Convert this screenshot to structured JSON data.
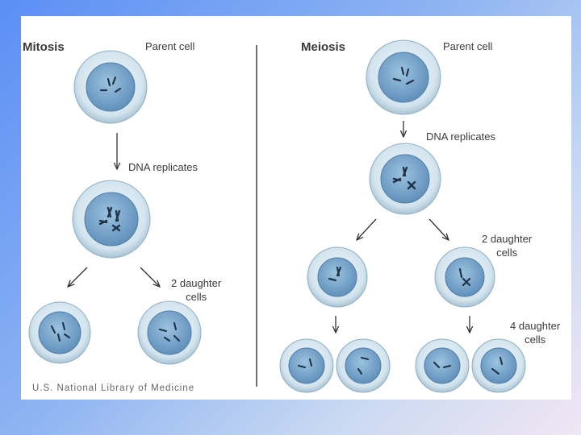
{
  "mitosis": {
    "title": "Mitosis",
    "parent_label": "Parent cell",
    "replicate_label": "DNA replicates",
    "daughters_line1": "2 daughter",
    "daughters_line2": "cells"
  },
  "meiosis": {
    "title": "Meiosis",
    "parent_label": "Parent cell",
    "replicate_label": "DNA replicates",
    "daughters_line1": "2 daughter",
    "daughters_line2": "cells",
    "four_line1": "4 daughter",
    "four_line2": "cells"
  },
  "credit": "U.S. National Library of Medicine",
  "colors": {
    "membrane": "#d5e6ef",
    "nucleus": "#6f9fc7",
    "chromosome": "#1f3447"
  }
}
